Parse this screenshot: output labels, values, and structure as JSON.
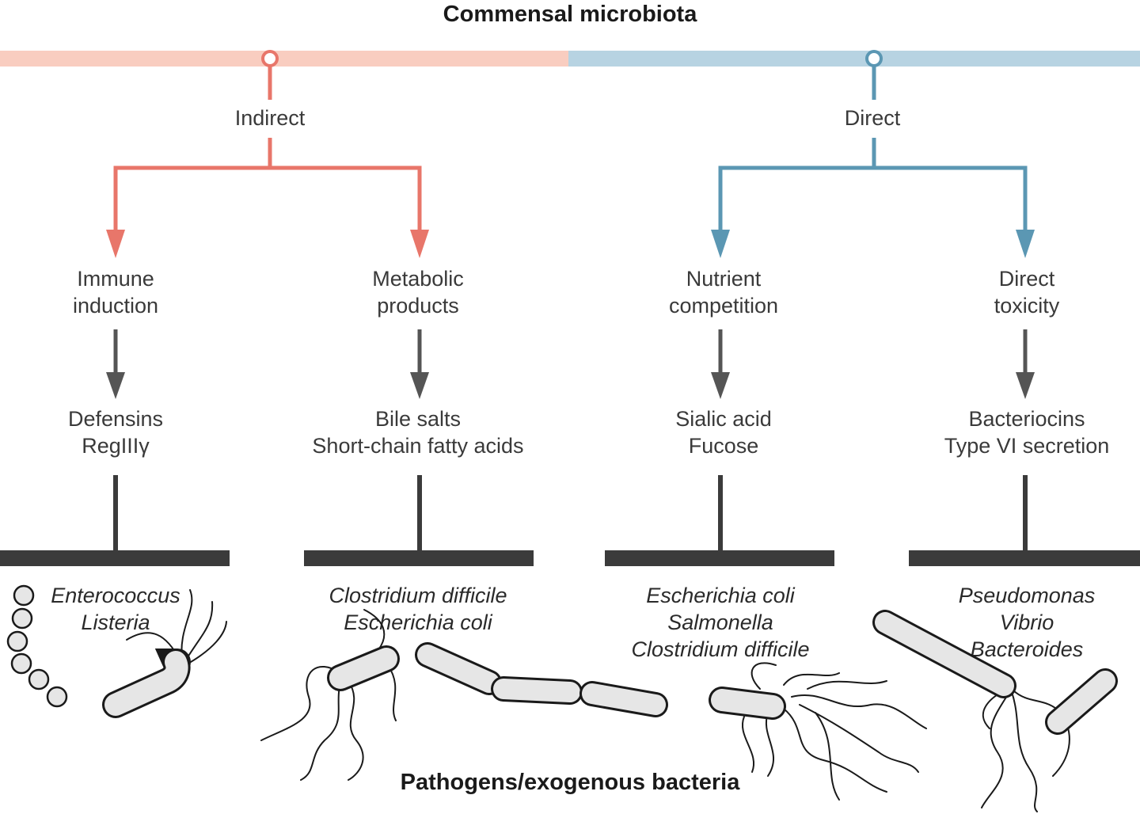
{
  "title": "Commensal microbiota",
  "bottom_title": "Pathogens/exogenous bacteria",
  "colors": {
    "indirect_light": "#f9cdc0",
    "indirect": "#e8766a",
    "direct_light": "#b7d3e2",
    "direct": "#5b97b3",
    "neutral": "#555555",
    "bar": "#3b3b3b"
  },
  "branches": [
    {
      "label": "Indirect",
      "color_key": "indirect",
      "mechanisms": [
        {
          "name_lines": [
            "Immune",
            "induction"
          ],
          "effectors": [
            "Defensins",
            "RegIIIγ"
          ],
          "pathogens": [
            "Enterococcus",
            "Listeria"
          ]
        },
        {
          "name_lines": [
            "Metabolic",
            "products"
          ],
          "effectors": [
            "Bile salts",
            "Short-chain fatty acids"
          ],
          "pathogens": [
            "Clostridium difficile",
            "Escherichia coli"
          ]
        }
      ]
    },
    {
      "label": "Direct",
      "color_key": "direct",
      "mechanisms": [
        {
          "name_lines": [
            "Nutrient",
            "competition"
          ],
          "effectors": [
            "Sialic acid",
            "Fucose"
          ],
          "pathogens": [
            "Escherichia coli",
            "Salmonella",
            "Clostridium difficile"
          ]
        },
        {
          "name_lines": [
            "Direct",
            "toxicity"
          ],
          "effectors": [
            "Bacteriocins",
            "Type VI secretion"
          ],
          "pathogens": [
            "Pseudomonas",
            "Vibrio",
            "Bacteroides"
          ]
        }
      ]
    }
  ]
}
